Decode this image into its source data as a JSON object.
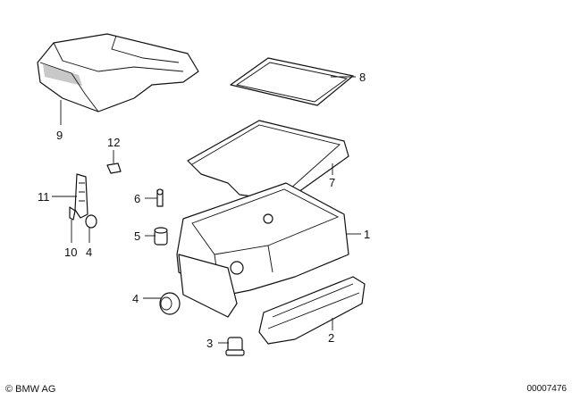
{
  "callouts": {
    "c1": "1",
    "c2": "2",
    "c3": "3",
    "c4a": "4",
    "c4b": "4",
    "c5": "5",
    "c6": "6",
    "c7": "7",
    "c8": "8",
    "c9": "9",
    "c10": "10",
    "c11": "11",
    "c12": "12"
  },
  "footer": {
    "brand": "© BMW AG",
    "diagram_number": "00007476"
  }
}
